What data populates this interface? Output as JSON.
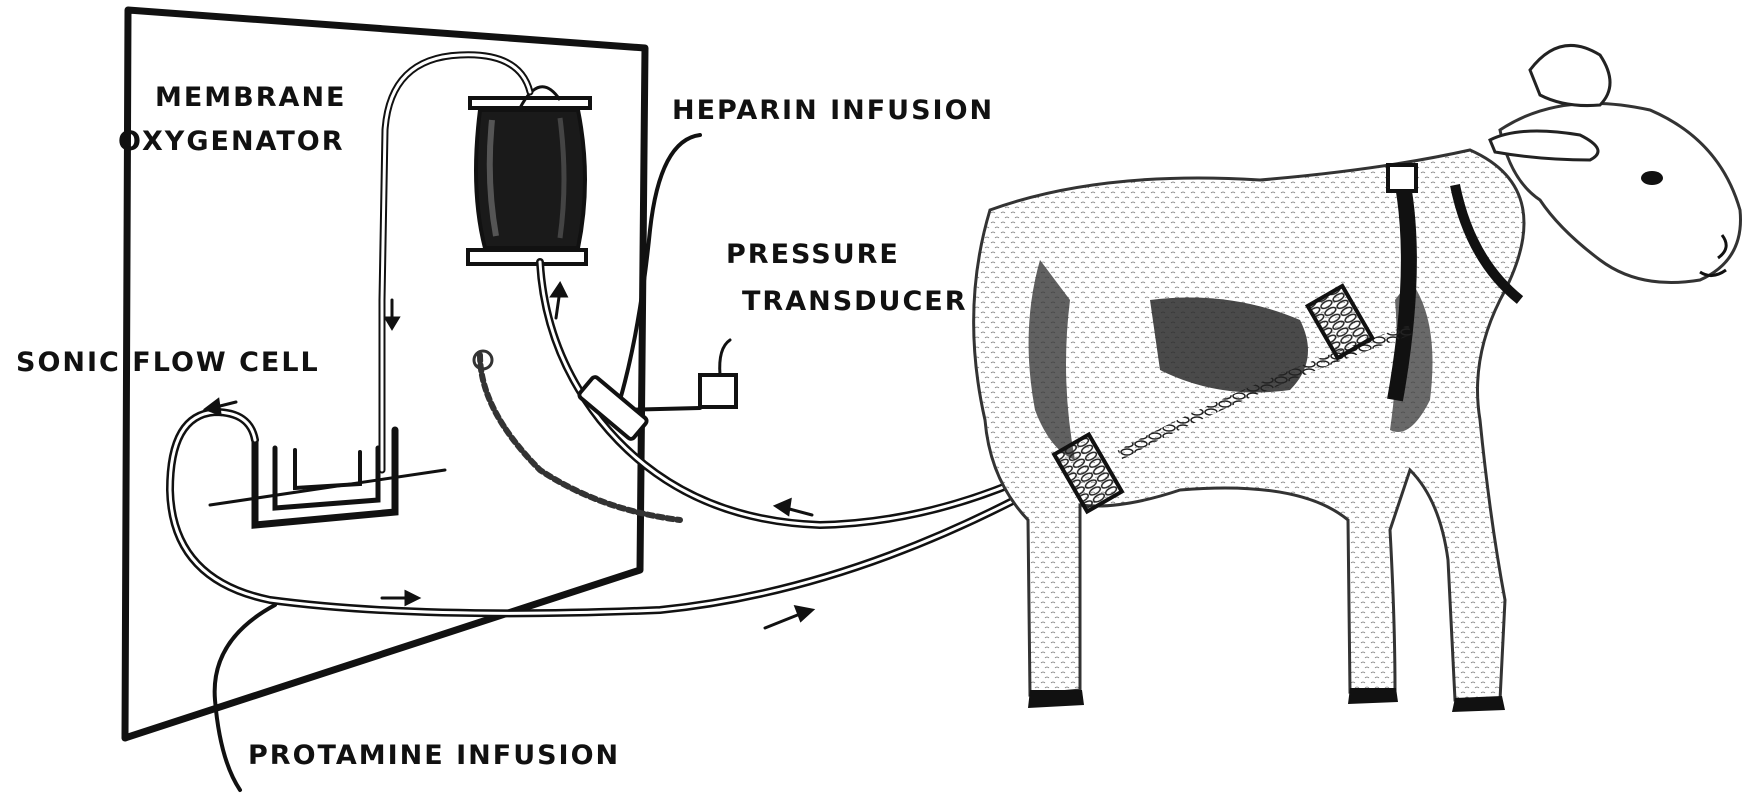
{
  "labels": {
    "membrane_line1": "MEMBRANE",
    "membrane_line2": "OXYGENATOR",
    "heparin": "HEPARIN INFUSION",
    "pressure_line1": "PRESSURE",
    "pressure_line2": "TRANSDUCER",
    "sonic": "SONIC FLOW CELL",
    "protamine": "PROTAMINE INFUSION"
  },
  "colors": {
    "ink": "#111111",
    "paper": "#ffffff",
    "wool_shadow": "#2a2a2a"
  },
  "icons": [
    "flow-arrow-icon",
    "oxygenator-coil-icon",
    "transducer-box-icon",
    "sheep-illustration"
  ]
}
